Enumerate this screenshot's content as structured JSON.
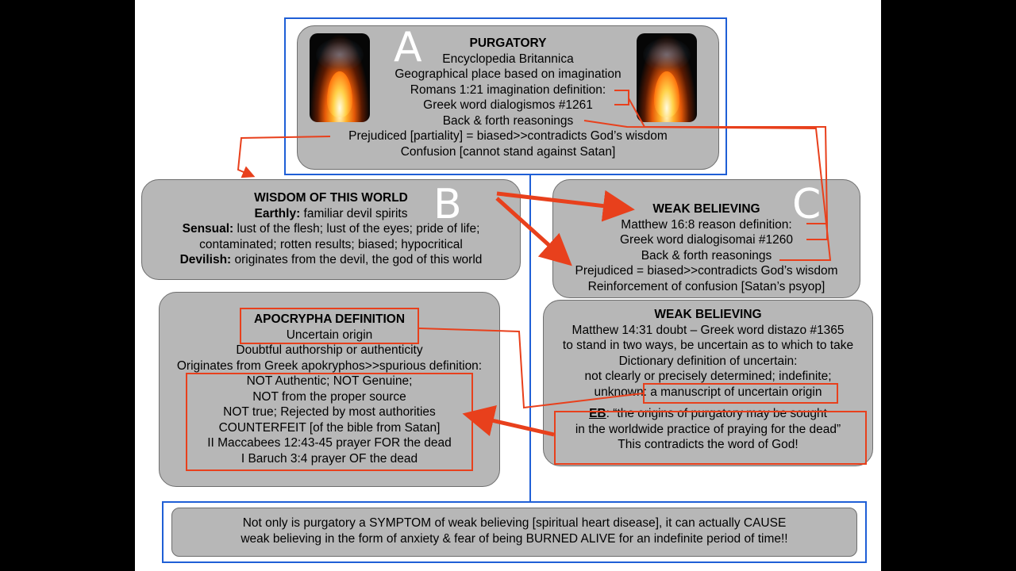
{
  "purgatory": {
    "title": "PURGATORY",
    "lines": [
      "Encyclopedia Britannica",
      "Geographical place based on imagination",
      "Romans 1:21 imagination definition:",
      "Greek word dialogismos #1261",
      "Back & forth reasonings",
      "Prejudiced [partiality] = biased>>contradicts God’s wisdom",
      "Confusion [cannot stand against Satan]"
    ],
    "letter": "A"
  },
  "wisdom": {
    "title": "WISDOM OF THIS WORLD",
    "earthly_label": "Earthly:",
    "earthly_text": " familiar devil spirits",
    "sensual_label": "Sensual:",
    "sensual_text": " lust of the flesh; lust of the eyes; pride of life;",
    "line3": "contaminated; rotten results; biased; hypocritical",
    "devilish_label": "Devilish:",
    "devilish_text": " originates from the devil, the god of this world",
    "letter": "B"
  },
  "weak1": {
    "title": "WEAK BELIEVING",
    "lines": [
      "Matthew 16:8 reason definition:",
      "Greek word dialogisomai #1260",
      "Back & forth reasonings",
      "Prejudiced = biased>>contradicts God’s wisdom",
      "Reinforcement of confusion [Satan’s psyop]"
    ],
    "letter": "C"
  },
  "apocrypha": {
    "title": "APOCRYPHA DEFINITION",
    "lines": [
      "Uncertain origin",
      "Doubtful authorship or authenticity",
      "Originates from Greek apokryphos>>spurious definition:",
      "NOT Authentic;  NOT Genuine;",
      "NOT from the proper source",
      "NOT true;  Rejected by most authorities",
      "COUNTERFEIT [of the bible from Satan]",
      "II Maccabees 12:43-45 prayer FOR the dead",
      "I Baruch 3:4 prayer OF the dead"
    ]
  },
  "weak2": {
    "title": "WEAK BELIEVING",
    "lines": [
      "Matthew 14:31 doubt – Greek word distazo #1365",
      "to stand in two ways, be uncertain as to which to take",
      "Dictionary definition of uncertain:",
      "not clearly or precisely determined; indefinite;"
    ],
    "unknown_prefix": "unknown: ",
    "unknown_highlight": "a manuscript of uncertain origin",
    "eb_label": "EB",
    "eb_line1": ": “the origins of purgatory may be sought",
    "eb_line2": "in the worldwide practice of praying for the dead”",
    "eb_line3": "This contradicts the word of God!"
  },
  "bottom": {
    "line1": "Not only is purgatory a SYMPTOM of weak believing [spiritual heart disease], it can actually CAUSE",
    "line2": "weak believing in the form of anxiety & fear of being BURNED ALIVE for an indefinite period of time!!"
  },
  "colors": {
    "box_fill": "#b7b7b7",
    "frame_blue": "#1f5fd6",
    "annotation_red": "#e8401c",
    "background": "#000000"
  }
}
